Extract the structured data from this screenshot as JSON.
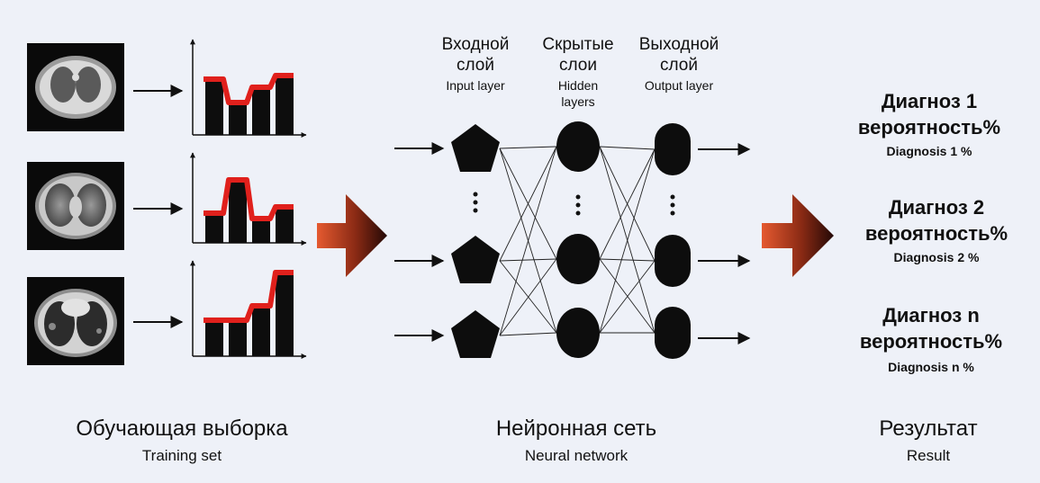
{
  "layer_headers": [
    {
      "ru_line1": "Входной",
      "ru_line2": "слой",
      "en_line1": "Input layer",
      "en_line2": ""
    },
    {
      "ru_line1": "Скрытые",
      "ru_line2": "слои",
      "en_line1": "Hidden",
      "en_line2": "layers"
    },
    {
      "ru_line1": "Выходной",
      "ru_line2": "слой",
      "en_line1": "Output layer",
      "en_line2": ""
    }
  ],
  "results": [
    {
      "ru_line1": "Диагноз 1",
      "ru_line2": "вероятность%",
      "en": "Diagnosis 1 %"
    },
    {
      "ru_line1": "Диагноз 2",
      "ru_line2": "вероятность%",
      "en": "Diagnosis 2 %"
    },
    {
      "ru_line1": "Диагноз n",
      "ru_line2": "вероятность%",
      "en": "Diagnosis n %"
    }
  ],
  "captions": {
    "training": {
      "ru": "Обучающая выборка",
      "en": "Training set"
    },
    "network": {
      "ru": "Нейронная сеть",
      "en": "Neural network"
    },
    "result": {
      "ru": "Результат",
      "en": "Result"
    }
  },
  "colors": {
    "background": "#eef1f8",
    "highlight_line": "#e0201c",
    "bar": "#0d0d0d",
    "arrow_start": "#e0552e",
    "arrow_end": "#2a0c07"
  }
}
